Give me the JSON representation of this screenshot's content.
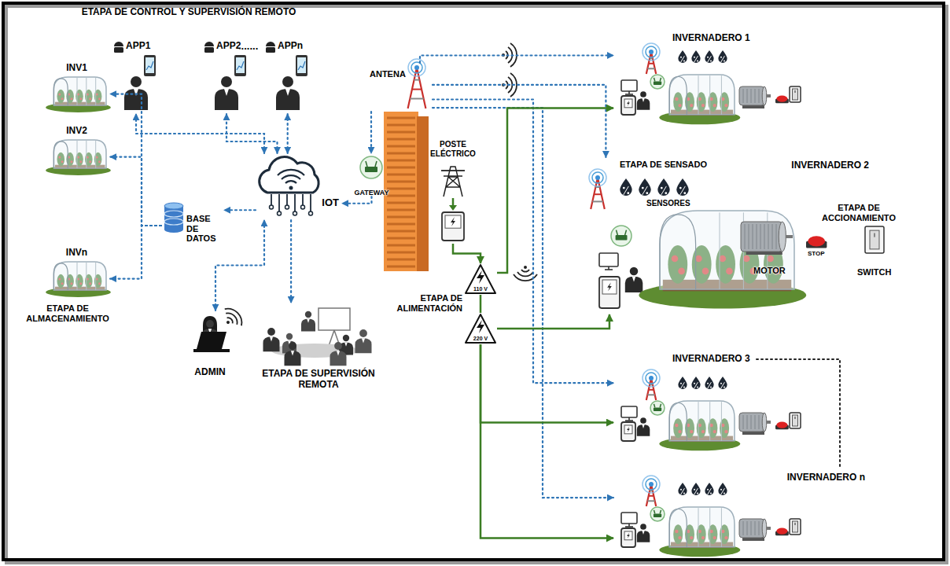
{
  "diagram": {
    "title": "ETAPA DE CONTROL Y SUPERVISIÓN REMOTO",
    "nodes": [
      {
        "text": [
          "APP1"
        ]
      },
      {
        "text": [
          "APP2"
        ]
      },
      {
        "text": [
          "APPn"
        ]
      },
      {
        "text": [
          "IOT"
        ]
      },
      {
        "text": [
          "BASE DE DATOS"
        ]
      },
      {
        "text": [
          "INV1"
        ]
      },
      {
        "text": [
          "INV2"
        ]
      },
      {
        "text": [
          "INVn"
        ]
      },
      {
        "text": [
          "ADMIN"
        ]
      },
      {
        "text": [
          "ETAPA DE SUPERVISIÓN REMOTA"
        ]
      },
      {
        "text": [
          "GATEWAY"
        ]
      },
      {
        "text": [
          "ANTENA"
        ]
      },
      {
        "text": [
          "POSTE ELÉCTRICO"
        ]
      },
      {
        "text": [
          "110 V"
        ]
      },
      {
        "text": [
          "220 V"
        ]
      },
      {
        "text": [
          "INVERNADERO 1"
        ]
      },
      {
        "text": [
          "INVERNADERO 2"
        ]
      },
      {
        "text": [
          "INVERNADERO 3"
        ]
      },
      {
        "text": [
          "INVERNADERO n"
        ]
      }
    ],
    "edges": [
      {
        "from": 3,
        "to": 0,
        "arrow": "both"
      },
      {
        "from": 3,
        "to": 1,
        "arrow": "both"
      },
      {
        "from": 3,
        "to": 2,
        "arrow": "both"
      },
      {
        "from": 3,
        "to": 4,
        "arrow": "to"
      },
      {
        "from": 4,
        "to": 5,
        "arrow": "to"
      },
      {
        "from": 4,
        "to": 6,
        "arrow": "to"
      },
      {
        "from": 4,
        "to": 7,
        "arrow": "to"
      },
      {
        "from": 8,
        "to": 3,
        "arrow": "both"
      },
      {
        "from": 3,
        "to": 9,
        "arrow": "to"
      },
      {
        "from": 10,
        "to": 3,
        "arrow": "to"
      },
      {
        "from": 11,
        "to": 10,
        "arrow": "to"
      },
      {
        "from": 11,
        "to": 15,
        "arrow": "to"
      },
      {
        "from": 11,
        "to": 16,
        "arrow": "to"
      },
      {
        "from": 11,
        "to": 17,
        "arrow": "to"
      },
      {
        "from": 11,
        "to": 18,
        "arrow": "to"
      },
      {
        "from": 12,
        "to": 13,
        "arrow": "to"
      },
      {
        "from": 13,
        "to": 14,
        "arrow": "none"
      },
      {
        "from": 13,
        "to": 15,
        "arrow": "to"
      },
      {
        "from": 14,
        "to": 16,
        "arrow": "to"
      },
      {
        "from": 14,
        "to": 17,
        "arrow": "to"
      },
      {
        "from": 14,
        "to": 18,
        "arrow": "to"
      }
    ],
    "labels": [
      ".......",
      "ETAPA DE ALMACENAMIENTO",
      "ETAPA DE ALIMENTACIÓN",
      "ETAPA DE SENSADO",
      "SENSORES",
      "ETAPA DE ACCIONAMIENTO",
      "MOTOR",
      "STOP",
      "SWITCH"
    ]
  }
}
